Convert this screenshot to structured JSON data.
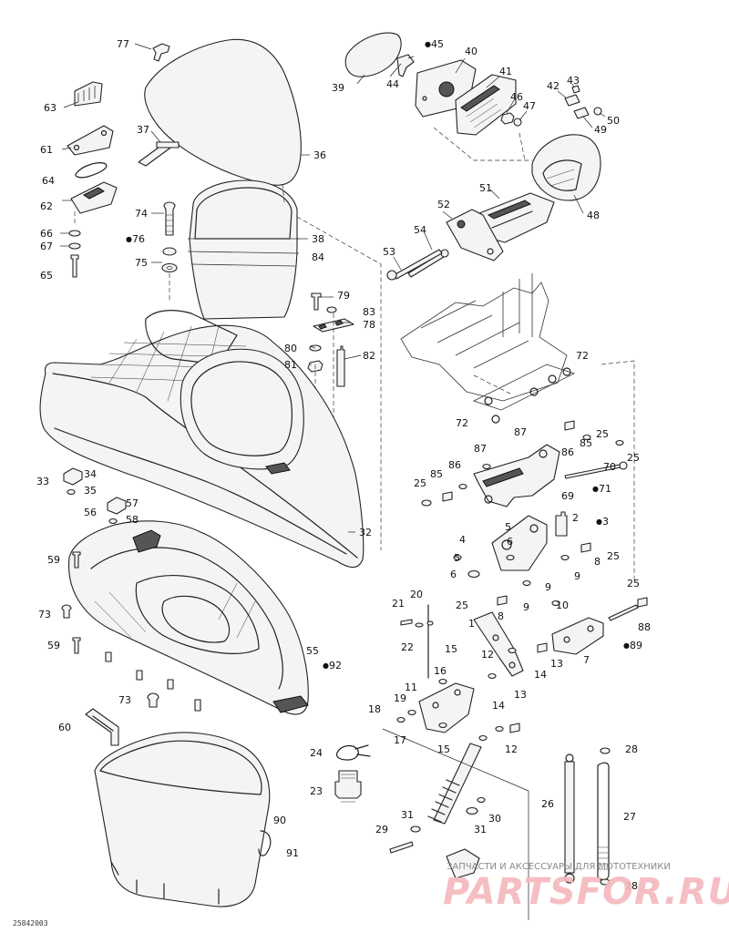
{
  "diagram": {
    "document_number": "25842003",
    "watermark": {
      "caption": "ЗАПЧАСТИ И АКСЕССУАРЫ ДЛЯ МОТОТЕХНИКИ",
      "logo": "PARTSFOR.RU"
    },
    "callouts": [
      {
        "id": "c77",
        "text": "77",
        "drop": false
      },
      {
        "id": "c63",
        "text": "63",
        "drop": false
      },
      {
        "id": "c37",
        "text": "37",
        "drop": false
      },
      {
        "id": "c36",
        "text": "36",
        "drop": false
      },
      {
        "id": "c61",
        "text": "61",
        "drop": false
      },
      {
        "id": "c64",
        "text": "64",
        "drop": false
      },
      {
        "id": "c62",
        "text": "62",
        "drop": false
      },
      {
        "id": "c74",
        "text": "74",
        "drop": false
      },
      {
        "id": "c76",
        "text": "76",
        "drop": true
      },
      {
        "id": "c66",
        "text": "66",
        "drop": false
      },
      {
        "id": "c67",
        "text": "67",
        "drop": false
      },
      {
        "id": "c65",
        "text": "65",
        "drop": false
      },
      {
        "id": "c75",
        "text": "75",
        "drop": false
      },
      {
        "id": "c38",
        "text": "38",
        "drop": false
      },
      {
        "id": "c84",
        "text": "84",
        "drop": false
      },
      {
        "id": "c39",
        "text": "39",
        "drop": false
      },
      {
        "id": "c44",
        "text": "44",
        "drop": false
      },
      {
        "id": "c45",
        "text": "45",
        "drop": true
      },
      {
        "id": "c40",
        "text": "40",
        "drop": false
      },
      {
        "id": "c41",
        "text": "41",
        "drop": false
      },
      {
        "id": "c46",
        "text": "46",
        "drop": false
      },
      {
        "id": "c47",
        "text": "47",
        "drop": false
      },
      {
        "id": "c42",
        "text": "42",
        "drop": false
      },
      {
        "id": "c43",
        "text": "43",
        "drop": false
      },
      {
        "id": "c50",
        "text": "50",
        "drop": false
      },
      {
        "id": "c49",
        "text": "49",
        "drop": false
      },
      {
        "id": "c51",
        "text": "51",
        "drop": false
      },
      {
        "id": "c48",
        "text": "48",
        "drop": false
      },
      {
        "id": "c52",
        "text": "52",
        "drop": false
      },
      {
        "id": "c54",
        "text": "54",
        "drop": false
      },
      {
        "id": "c53",
        "text": "53",
        "drop": false
      },
      {
        "id": "c79",
        "text": "79",
        "drop": false
      },
      {
        "id": "c83",
        "text": "83",
        "drop": false
      },
      {
        "id": "c78",
        "text": "78",
        "drop": false
      },
      {
        "id": "c80",
        "text": "80",
        "drop": false
      },
      {
        "id": "c81",
        "text": "81",
        "drop": false
      },
      {
        "id": "c82",
        "text": "82",
        "drop": false
      },
      {
        "id": "c72a",
        "text": "72",
        "drop": false
      },
      {
        "id": "c72b",
        "text": "72",
        "drop": false
      },
      {
        "id": "c87a",
        "text": "87",
        "drop": false
      },
      {
        "id": "c25a",
        "text": "25",
        "drop": false
      },
      {
        "id": "c85a",
        "text": "85",
        "drop": false
      },
      {
        "id": "c87b",
        "text": "87",
        "drop": false
      },
      {
        "id": "c86a",
        "text": "86",
        "drop": false
      },
      {
        "id": "c25b",
        "text": "25",
        "drop": false
      },
      {
        "id": "c70",
        "text": "70",
        "drop": false
      },
      {
        "id": "c25c",
        "text": "25",
        "drop": false
      },
      {
        "id": "c85b",
        "text": "85",
        "drop": false
      },
      {
        "id": "c86b",
        "text": "86",
        "drop": false
      },
      {
        "id": "c69",
        "text": "69",
        "drop": false
      },
      {
        "id": "c71",
        "text": "71",
        "drop": true
      },
      {
        "id": "c33",
        "text": "33",
        "drop": false
      },
      {
        "id": "c34",
        "text": "34",
        "drop": false
      },
      {
        "id": "c35",
        "text": "35",
        "drop": false
      },
      {
        "id": "c56",
        "text": "56",
        "drop": false
      },
      {
        "id": "c57",
        "text": "57",
        "drop": false
      },
      {
        "id": "c58",
        "text": "58",
        "drop": false
      },
      {
        "id": "c32",
        "text": "32",
        "drop": false
      },
      {
        "id": "c2",
        "text": "2",
        "drop": false
      },
      {
        "id": "c3",
        "text": "3",
        "drop": true
      },
      {
        "id": "c5a",
        "text": "5",
        "drop": false
      },
      {
        "id": "c6a",
        "text": "6",
        "drop": false
      },
      {
        "id": "c4",
        "text": "4",
        "drop": false
      },
      {
        "id": "c8a",
        "text": "8",
        "drop": false
      },
      {
        "id": "c25d",
        "text": "25",
        "drop": false
      },
      {
        "id": "c5b",
        "text": "5",
        "drop": false
      },
      {
        "id": "c6b",
        "text": "6",
        "drop": false
      },
      {
        "id": "c9a",
        "text": "9",
        "drop": false
      },
      {
        "id": "c9b",
        "text": "9",
        "drop": false
      },
      {
        "id": "c25e",
        "text": "25",
        "drop": false
      },
      {
        "id": "c8b",
        "text": "8",
        "drop": false
      },
      {
        "id": "c9c",
        "text": "9",
        "drop": false
      },
      {
        "id": "c10",
        "text": "10",
        "drop": false
      },
      {
        "id": "c25f",
        "text": "25",
        "drop": false
      },
      {
        "id": "c88",
        "text": "88",
        "drop": false
      },
      {
        "id": "c89",
        "text": "89",
        "drop": true
      },
      {
        "id": "c7",
        "text": "7",
        "drop": false
      },
      {
        "id": "c59a",
        "text": "59",
        "drop": false
      },
      {
        "id": "c73a",
        "text": "73",
        "drop": false
      },
      {
        "id": "c59b",
        "text": "59",
        "drop": false
      },
      {
        "id": "c55",
        "text": "55",
        "drop": false
      },
      {
        "id": "c92",
        "text": "92",
        "drop": true
      },
      {
        "id": "c21",
        "text": "21",
        "drop": false
      },
      {
        "id": "c20",
        "text": "20",
        "drop": false
      },
      {
        "id": "c22",
        "text": "22",
        "drop": false
      },
      {
        "id": "c1",
        "text": "1",
        "drop": false
      },
      {
        "id": "c15a",
        "text": "15",
        "drop": false
      },
      {
        "id": "c16",
        "text": "16",
        "drop": false
      },
      {
        "id": "c12a",
        "text": "12",
        "drop": false
      },
      {
        "id": "c13a",
        "text": "13",
        "drop": false
      },
      {
        "id": "c14a",
        "text": "14",
        "drop": false
      },
      {
        "id": "c11",
        "text": "11",
        "drop": false
      },
      {
        "id": "c19",
        "text": "19",
        "drop": false
      },
      {
        "id": "c18",
        "text": "18",
        "drop": false
      },
      {
        "id": "c17",
        "text": "17",
        "drop": false
      },
      {
        "id": "c15b",
        "text": "15",
        "drop": false
      },
      {
        "id": "c14b",
        "text": "14",
        "drop": false
      },
      {
        "id": "c13b",
        "text": "13",
        "drop": false
      },
      {
        "id": "c12b",
        "text": "12",
        "drop": false
      },
      {
        "id": "c73b",
        "text": "73",
        "drop": false
      },
      {
        "id": "c60",
        "text": "60",
        "drop": false
      },
      {
        "id": "c24",
        "text": "24",
        "drop": false
      },
      {
        "id": "c23",
        "text": "23",
        "drop": false
      },
      {
        "id": "c90",
        "text": "90",
        "drop": false
      },
      {
        "id": "c91",
        "text": "91",
        "drop": false
      },
      {
        "id": "c31a",
        "text": "31",
        "drop": false
      },
      {
        "id": "c30",
        "text": "30",
        "drop": false
      },
      {
        "id": "c29",
        "text": "29",
        "drop": false
      },
      {
        "id": "c31b",
        "text": "31",
        "drop": false
      },
      {
        "id": "c28a",
        "text": "28",
        "drop": false
      },
      {
        "id": "c26",
        "text": "26",
        "drop": false
      },
      {
        "id": "c27",
        "text": "27",
        "drop": false
      },
      {
        "id": "c28b",
        "text": "28",
        "drop": false
      }
    ]
  }
}
